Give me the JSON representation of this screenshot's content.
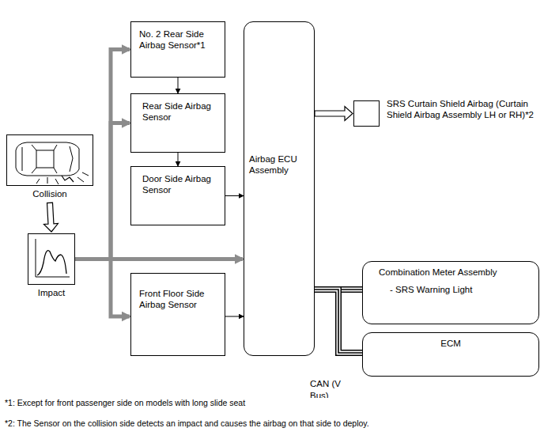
{
  "diagram": {
    "nodes": [
      {
        "text": [
          "No. 2 Rear Side Airbag Sensor*1"
        ]
      },
      {
        "text": [
          "Rear Side Airbag Sensor"
        ]
      },
      {
        "text": [
          "Door Side Airbag Sensor"
        ]
      },
      {
        "text": [
          "Airbag ECU Assembly"
        ]
      },
      {
        "text": [
          "SRS Curtain Shield Airbag (Curtain Shield Airbag Assembly LH or RH)*2"
        ]
      },
      {
        "text": [
          "Collision"
        ]
      },
      {
        "text": [
          "Impact"
        ]
      },
      {
        "text": [
          "Front Floor Side Airbag Sensor"
        ]
      },
      {
        "text": [
          "Combination Meter Assembly",
          "- SRS Warning Light"
        ]
      },
      {
        "text": [
          "ECM"
        ]
      }
    ],
    "edges": [
      {
        "from": 5,
        "to": 6,
        "arrow": "to"
      },
      {
        "from": 6,
        "to": 3,
        "arrow": "to"
      },
      {
        "from": 6,
        "to": 0,
        "arrow": "to"
      },
      {
        "from": 6,
        "to": 1,
        "arrow": "to"
      },
      {
        "from": 6,
        "to": 7,
        "arrow": "to"
      },
      {
        "from": 0,
        "to": 1,
        "arrow": "to"
      },
      {
        "from": 1,
        "to": 2,
        "arrow": "to"
      },
      {
        "from": 2,
        "to": 3,
        "arrow": "to"
      },
      {
        "from": 7,
        "to": 3,
        "arrow": "to"
      },
      {
        "from": 3,
        "to": 4,
        "arrow": "to"
      },
      {
        "from": 3,
        "to": 8,
        "arrow": "none"
      },
      {
        "from": 3,
        "to": 9,
        "arrow": "none"
      }
    ],
    "labels": [
      "CAN (V Bus)",
      "*1: Except for front passenger side on models with long slide seat",
      "*2: The Sensor on the collision side detects an impact and causes the airbag on that side to deploy."
    ]
  }
}
